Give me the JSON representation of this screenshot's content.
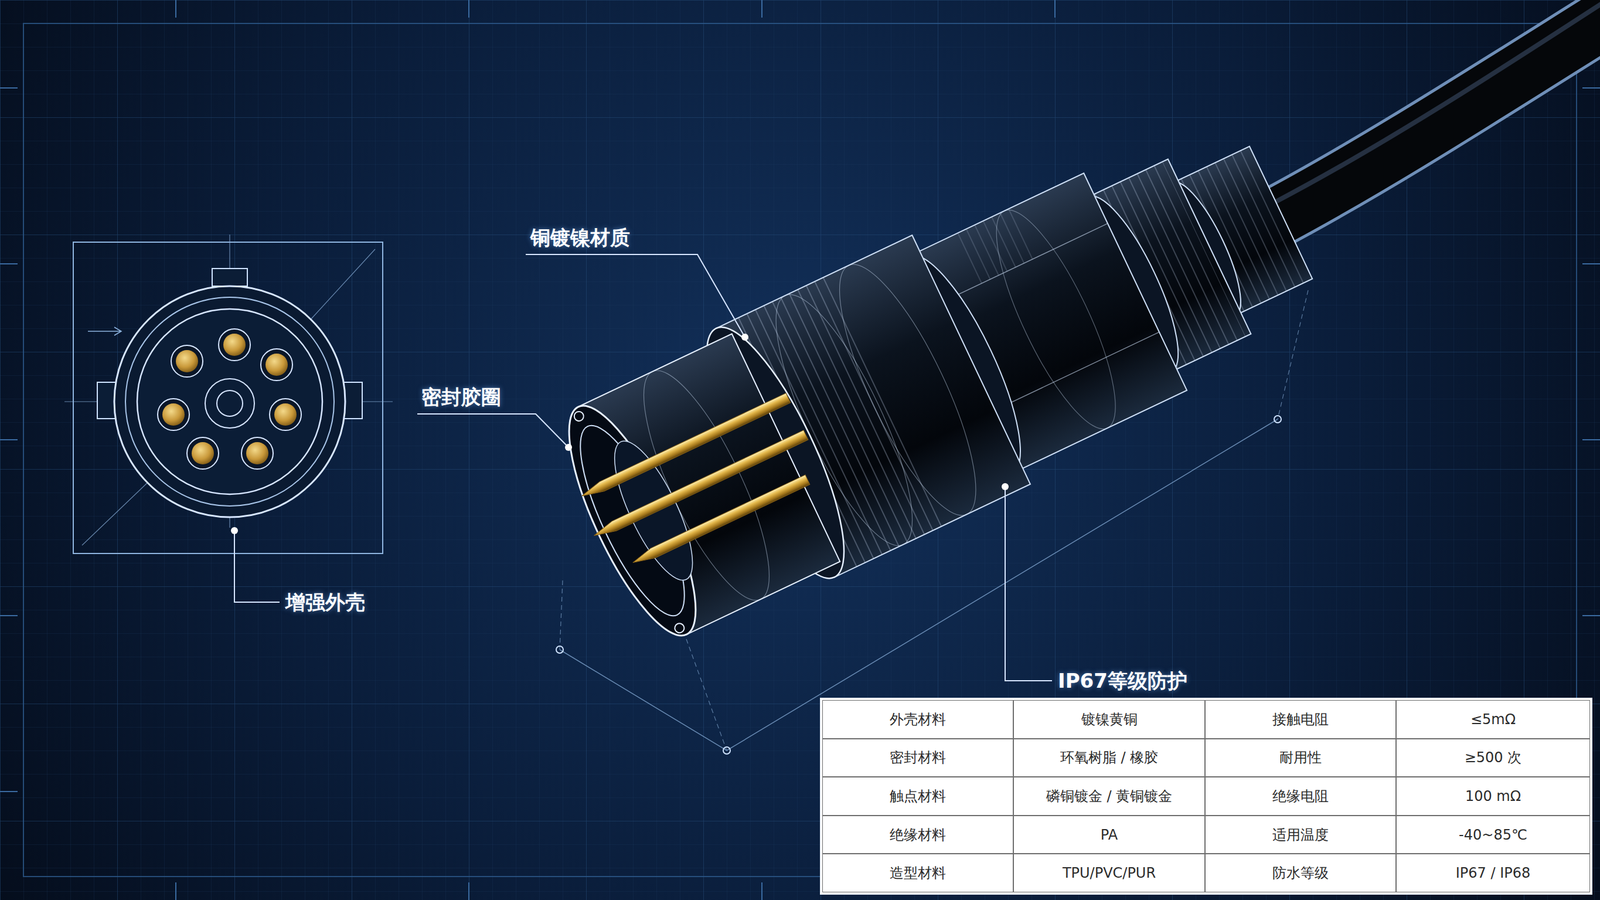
{
  "diagram": {
    "labels": [
      "铜镀镍材质",
      "密封胶圈",
      "增强外壳",
      "IP67等级防护",
      "外壳材料",
      "镀镍黄铜",
      "接触电阻",
      "≤5mΩ",
      "密封材料",
      "环氧树脂 / 橡胶",
      "耐用性",
      "≥500 次",
      "触点材料",
      "磷铜镀金 / 黄铜镀金",
      "绝缘电阻",
      "100 mΩ",
      "绝缘材料",
      "PA",
      "适用温度",
      "-40~85℃",
      "造型材料",
      "TPU/PVC/PUR",
      "防水等级",
      "IP67 / IP68"
    ]
  }
}
